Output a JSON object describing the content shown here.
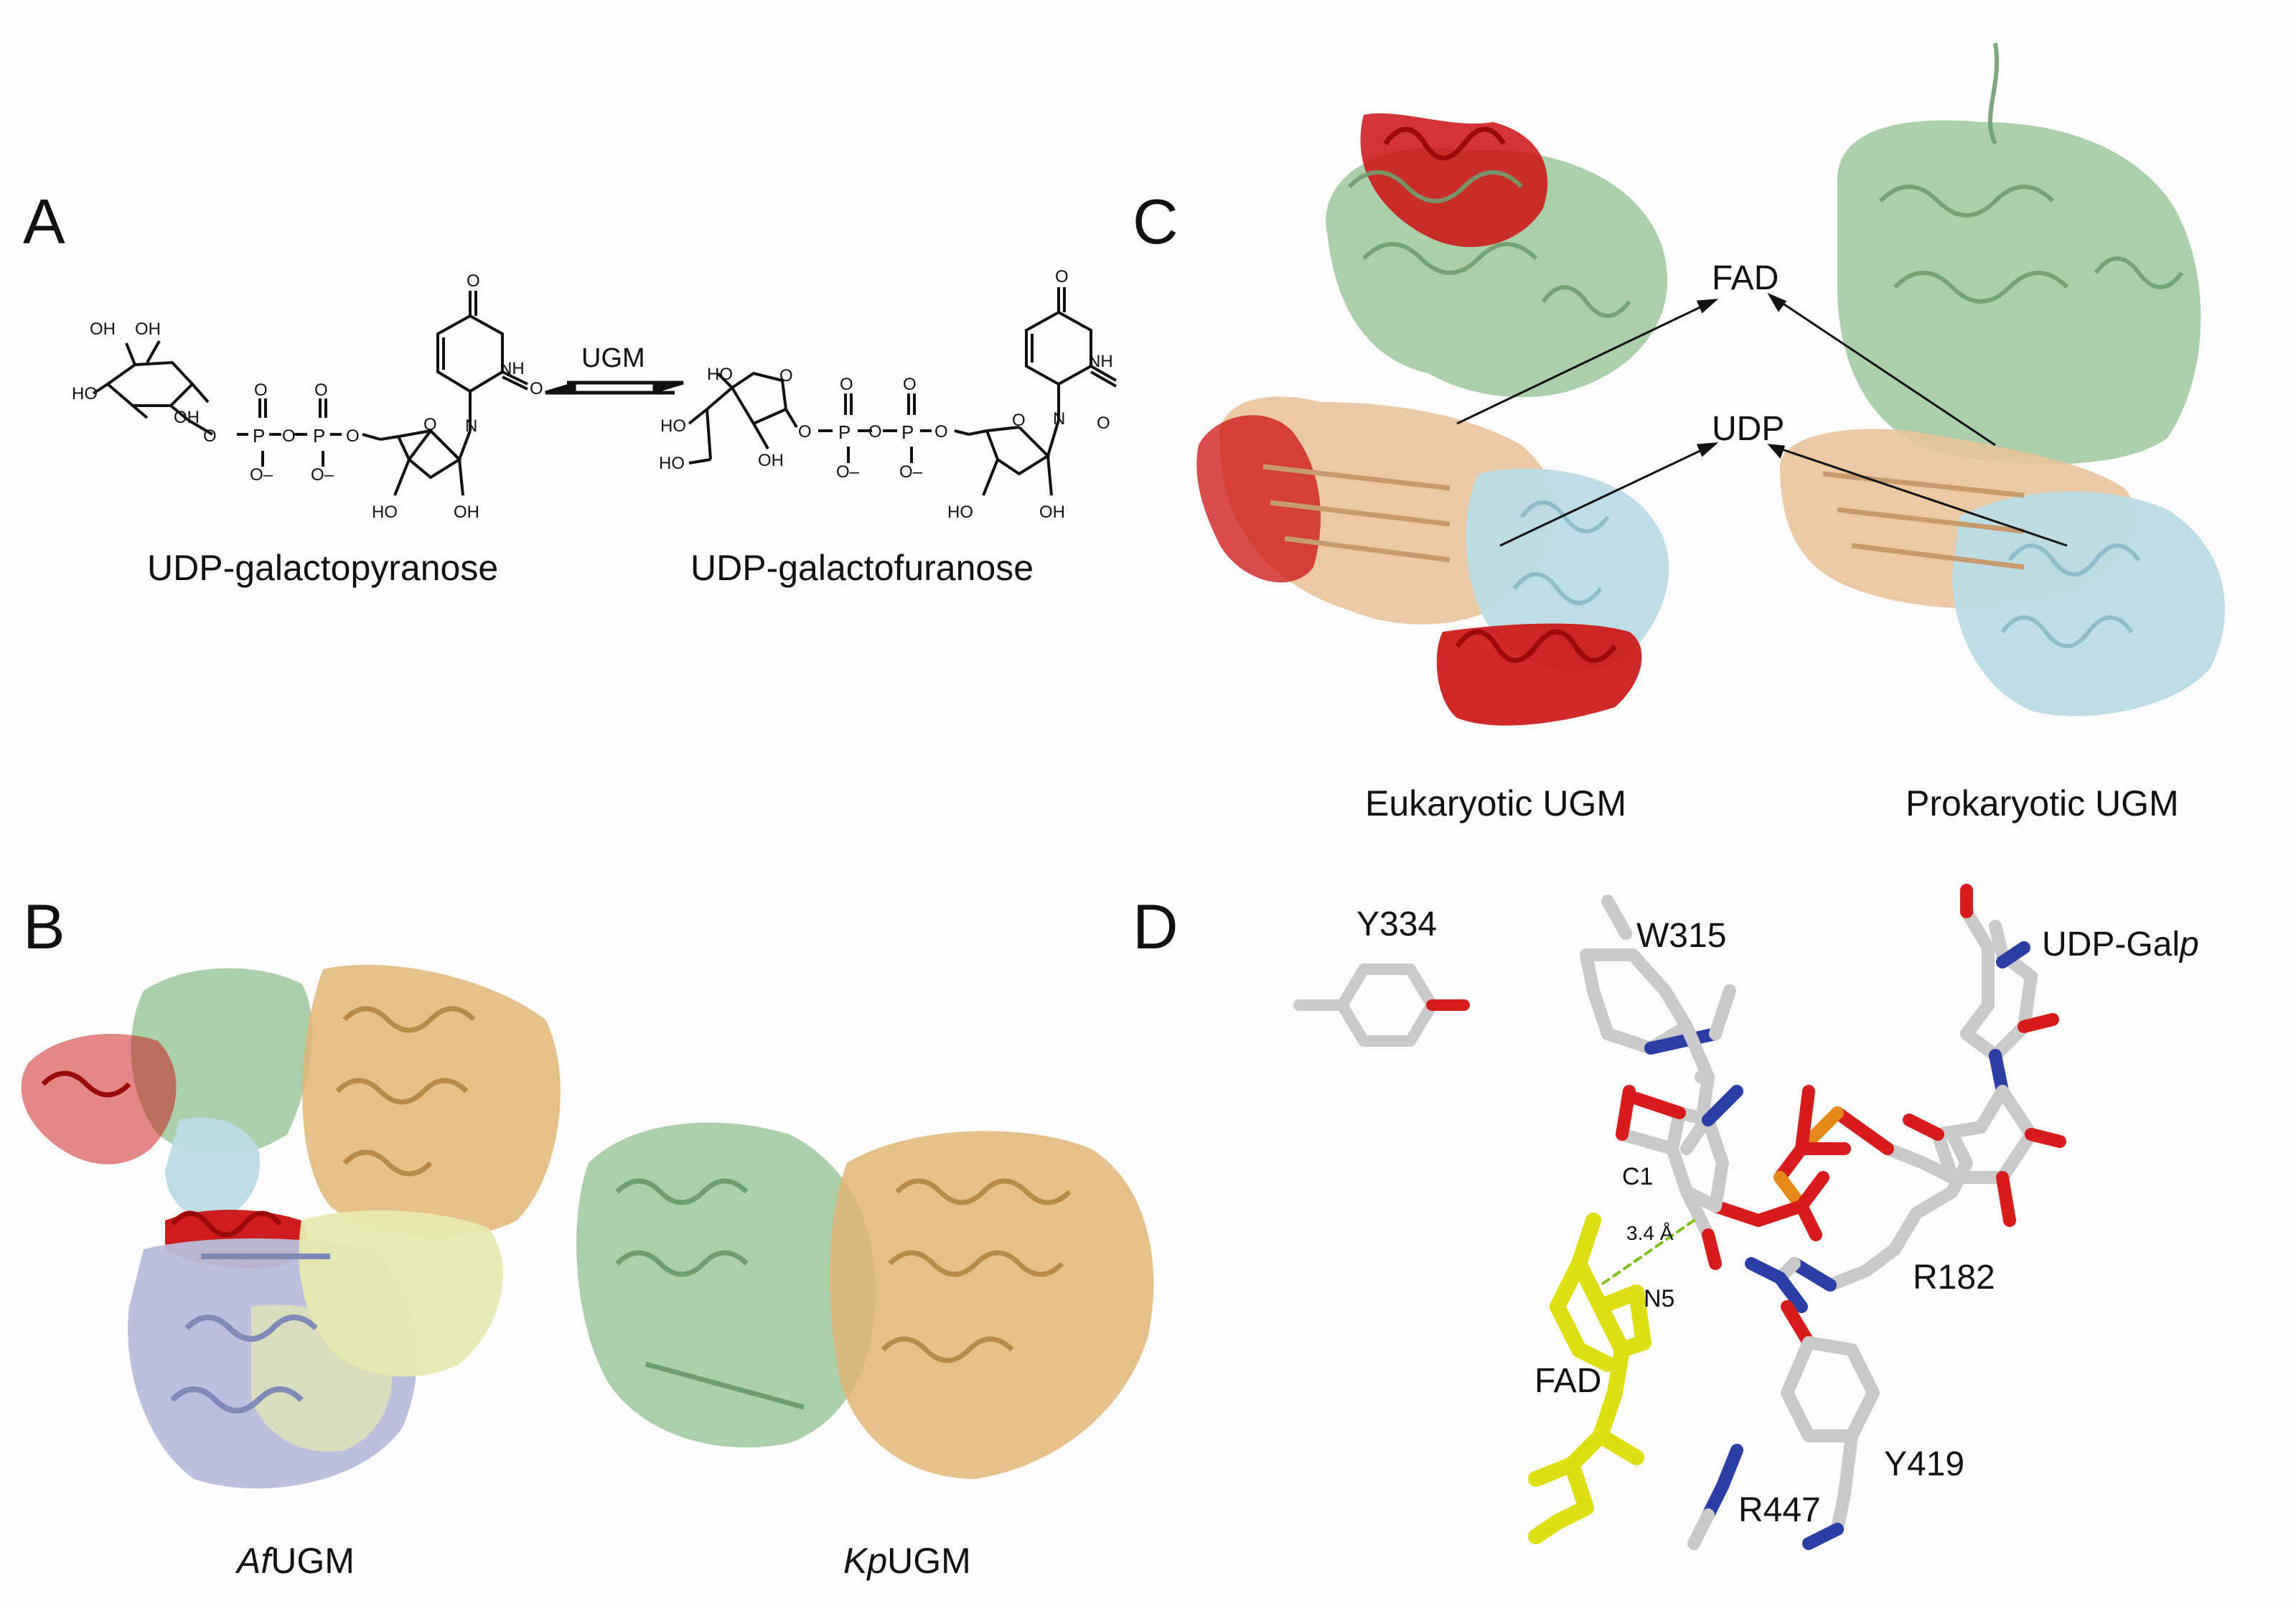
{
  "panels": {
    "a": {
      "letter": "A",
      "left_name": "UDP-galactopyranose",
      "right_name": "UDP-galactofuranose",
      "enzyme": "UGM",
      "atoms": {
        "oh": "OH",
        "ho": "HO",
        "o": "O",
        "p": "P",
        "nh": "NH",
        "n": "N",
        "ominus": "O–"
      }
    },
    "b": {
      "letter": "B",
      "af_italic": "Af",
      "af_rest": "UGM",
      "kp_italic": "Kp",
      "kp_rest": "UGM"
    },
    "c": {
      "letter": "C",
      "fad_label": "FAD",
      "udp_label": "UDP",
      "left_caption": "Eukaryotic UGM",
      "right_caption": "Prokaryotic UGM"
    },
    "d": {
      "letter": "D",
      "residues": {
        "y334": "Y334",
        "w315": "W315",
        "udp_gal": "UDP-Gal",
        "udp_gal_italic": "p",
        "c1": "C1",
        "dist": "3.4 Å",
        "n5": "N5",
        "r182": "R182",
        "fad": "FAD",
        "y419": "Y419",
        "r447": "R447"
      }
    }
  },
  "colors": {
    "green": "#9cc79c",
    "tan": "#e9c39a",
    "gold": "#e0b574",
    "red": "#cc1111",
    "lightblue": "#b9dce6",
    "lavender": "#b9bcdc",
    "paleyellow": "#e6eab0",
    "stick_grey": "#c9c9c9",
    "stick_red": "#d81c1c",
    "stick_blue": "#2b3ea6",
    "stick_orange": "#e58a19",
    "fad_yellow": "#dede12"
  }
}
